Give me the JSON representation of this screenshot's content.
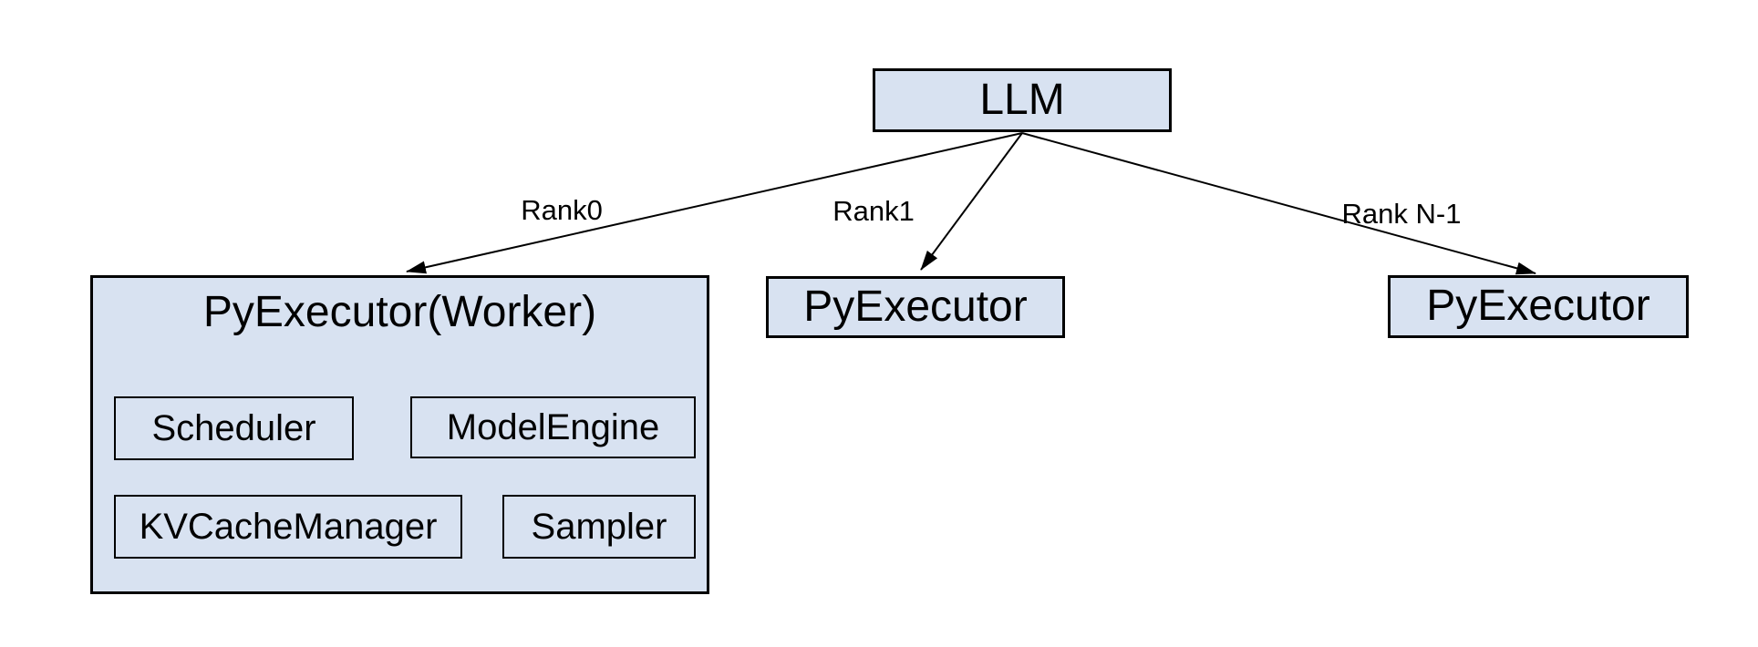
{
  "nodes": {
    "llm": {
      "label": "LLM"
    },
    "worker": {
      "title": "PyExecutor(Worker)",
      "children": [
        {
          "label": "Scheduler"
        },
        {
          "label": "ModelEngine"
        },
        {
          "label": "KVCacheManager"
        },
        {
          "label": "Sampler"
        }
      ]
    },
    "executor_rank1": {
      "label": "PyExecutor"
    },
    "executor_rank_n": {
      "label": "PyExecutor"
    }
  },
  "edges": [
    {
      "label": "Rank0"
    },
    {
      "label": "Rank1"
    },
    {
      "label": "Rank N-1"
    }
  ],
  "colors": {
    "node_fill": "#d8e2f1",
    "node_border": "#000000",
    "arrow": "#000000",
    "background": "#ffffff"
  }
}
